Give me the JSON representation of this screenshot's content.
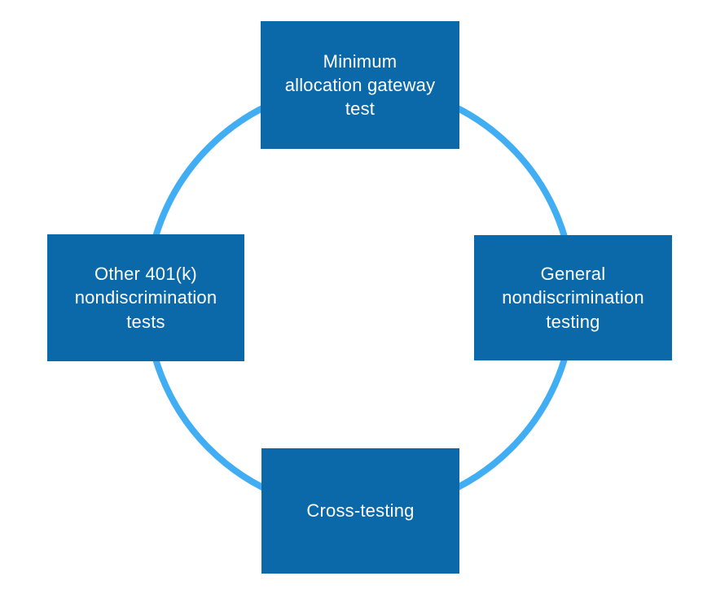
{
  "theme": {
    "background_color": "#ffffff",
    "node_fill_color": "#0b69a9",
    "node_text_color": "#ffffff",
    "ring_color": "#41adf2"
  },
  "diagram": {
    "type": "cycle",
    "nodes": [
      {
        "id": "minimum-allocation-gateway-test",
        "position": "top",
        "label": "Minimum\nallocation gateway\ntest"
      },
      {
        "id": "general-nondiscrimination-testing",
        "position": "right",
        "label": "General\nnondiscrimination\ntesting"
      },
      {
        "id": "cross-testing",
        "position": "bottom",
        "label": "Cross-testing"
      },
      {
        "id": "other-401k-nondiscrimination-tests",
        "position": "left",
        "label": "Other 401(k)\nnondiscrimination\ntests"
      }
    ]
  }
}
